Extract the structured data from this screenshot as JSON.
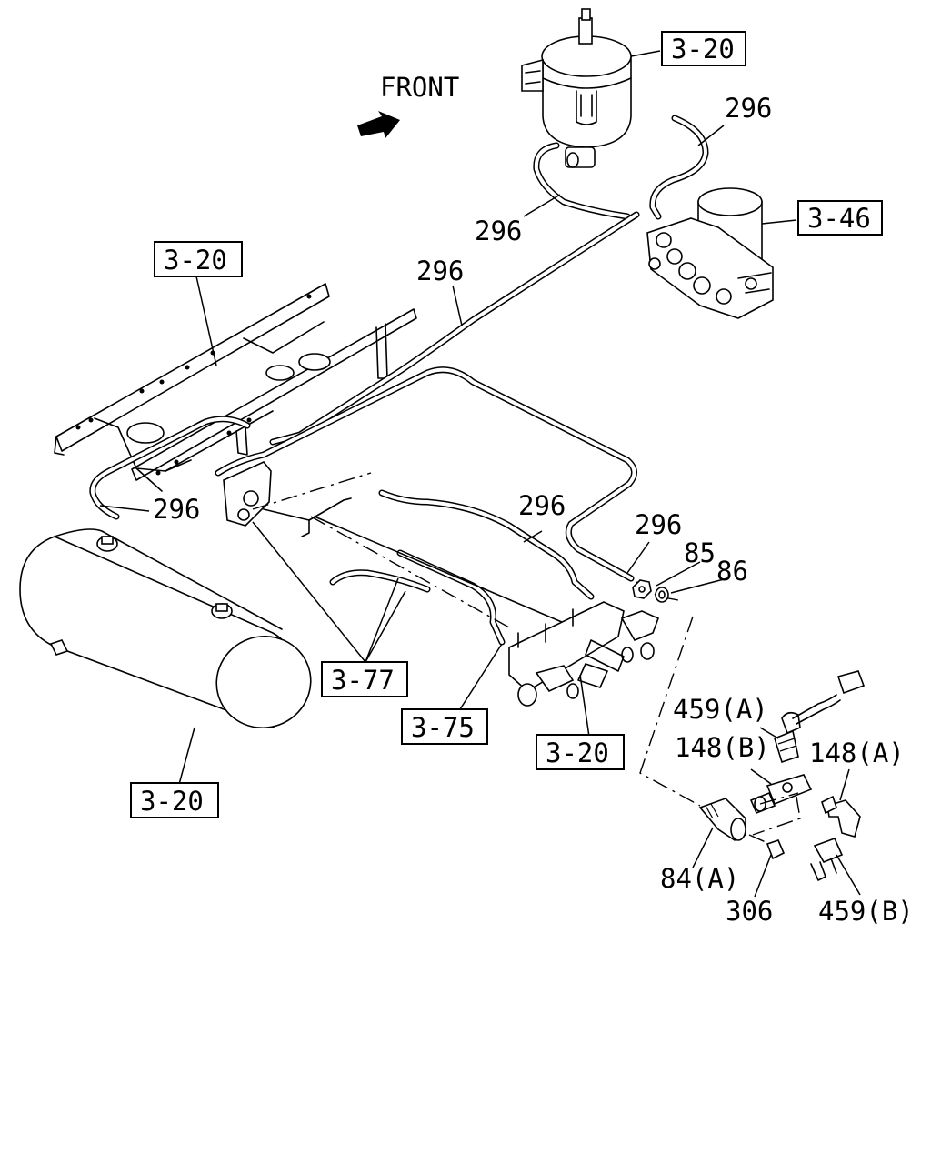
{
  "direction_label": "FRONT",
  "references": {
    "ref_top": "3-20",
    "ref_dryer": "3-46",
    "ref_frame": "3-20",
    "ref_valve_group": "3-77",
    "ref_hose": "3-75",
    "ref_bracket": "3-20",
    "ref_tank": "3-20"
  },
  "parts": {
    "p296_a": "296",
    "p296_b": "296",
    "p296_c": "296",
    "p296_d": "296",
    "p296_e": "296",
    "p296_f": "296",
    "p85": "85",
    "p86": "86",
    "p459a": "459(A)",
    "p148b": "148(B)",
    "p148a": "148(A)",
    "p84a": "84(A)",
    "p306": "306",
    "p459b": "459(B)"
  }
}
